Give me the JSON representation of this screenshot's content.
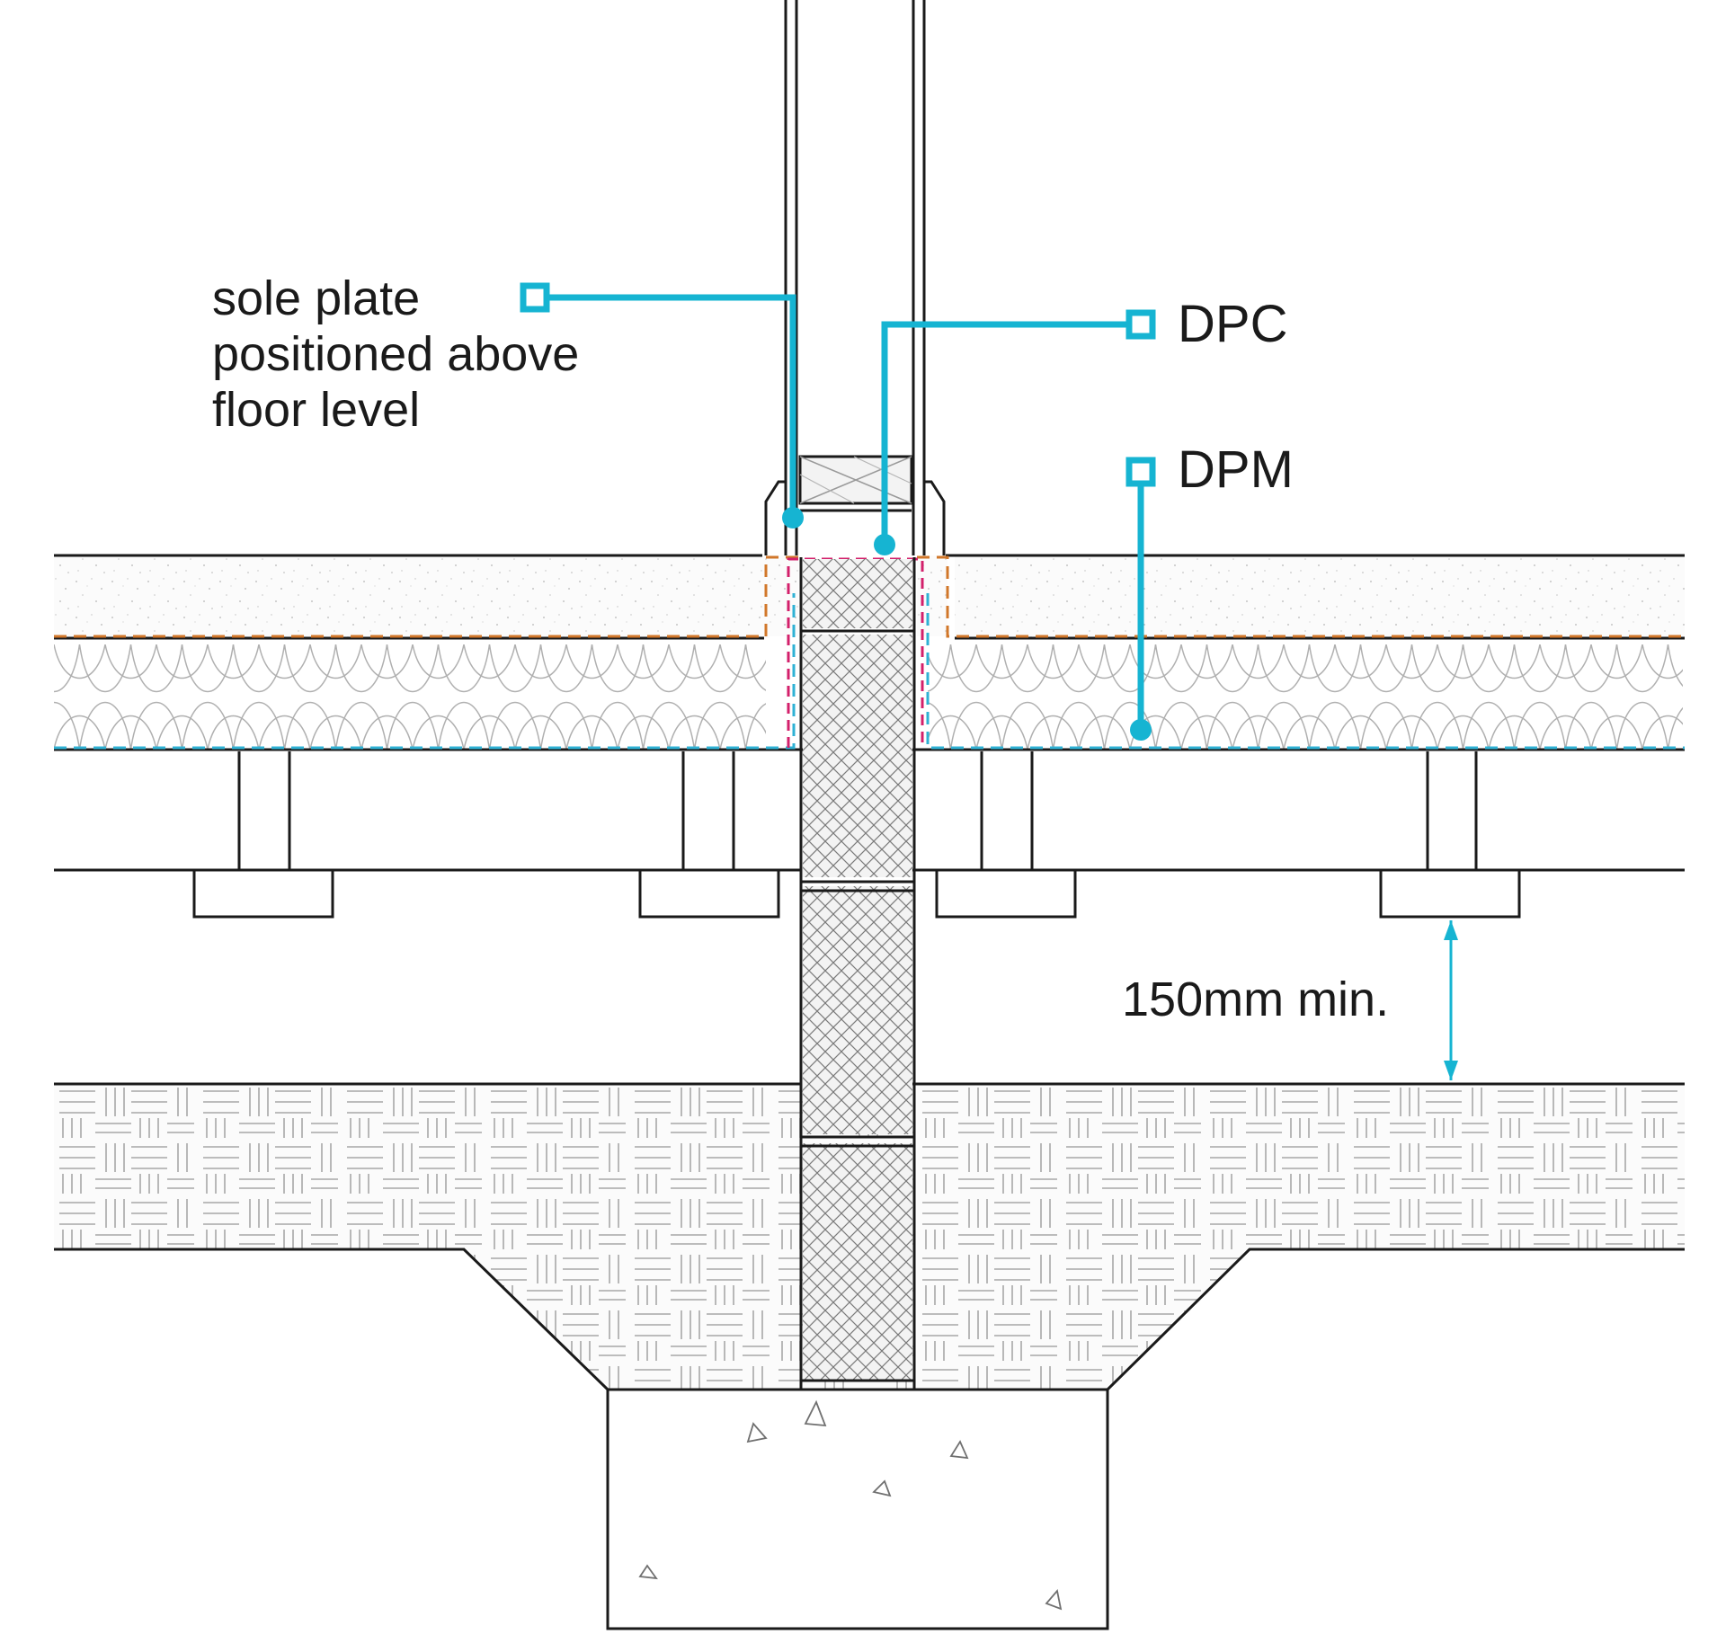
{
  "labels": {
    "sole_plate": [
      "sole plate",
      "positioned above",
      "floor level"
    ],
    "dpc": "DPC",
    "dpm": "DPM",
    "dimension": "150mm min."
  },
  "colors": {
    "accent": "#16b4d2",
    "dpm_orange": "#d1772a",
    "dpc_magenta": "#d3206b",
    "membrane_blue": "#2fb1d4",
    "line": "#1a1a1a",
    "hatch": "#9a9a9a",
    "fill_light": "#f7f7f7"
  }
}
